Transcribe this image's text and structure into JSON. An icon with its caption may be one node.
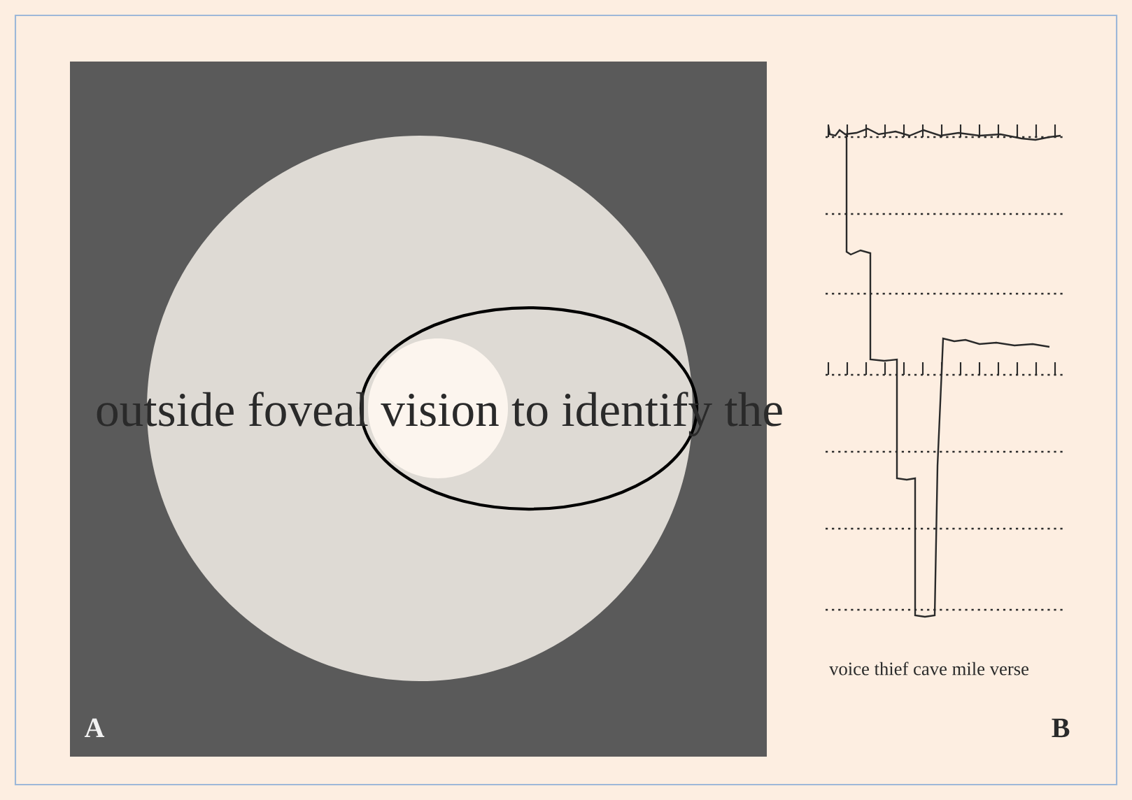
{
  "diagram": {
    "labels": [
      "outside foveal vision to identify the",
      "A",
      "voice thief cave mile verse",
      "B"
    ]
  }
}
